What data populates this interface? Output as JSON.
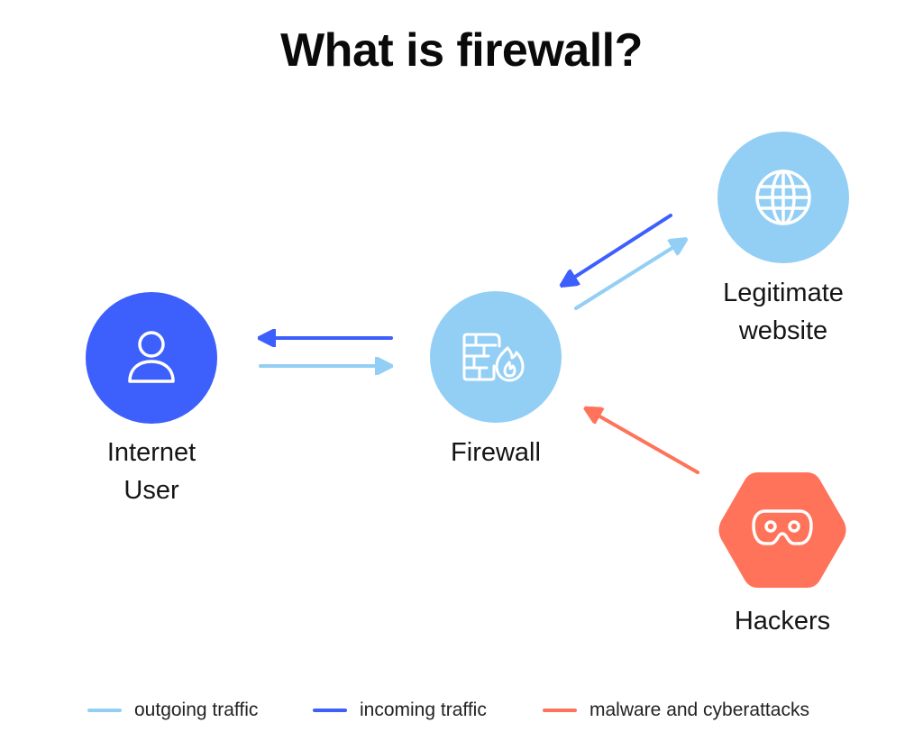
{
  "title": "What is firewall?",
  "colors": {
    "outgoing": "#93CFF5",
    "incoming": "#3D5FFB",
    "malware": "#FF735A",
    "user_fill": "#3D5FFB",
    "firewall_fill": "#93CFF5",
    "website_fill": "#93CFF5",
    "hackers_fill": "#FF735A"
  },
  "nodes": {
    "user": {
      "label_line1": "Internet",
      "label_line2": "User",
      "icon": "user-icon"
    },
    "firewall": {
      "label_line1": "Firewall",
      "icon": "firewall-flame-icon"
    },
    "website": {
      "label_line1": "Legitimate",
      "label_line2": "website",
      "icon": "globe-icon"
    },
    "hackers": {
      "label_line1": "Hackers",
      "icon": "hacker-mask-icon"
    }
  },
  "connections": [
    {
      "from": "firewall",
      "to": "user",
      "type": "incoming"
    },
    {
      "from": "user",
      "to": "firewall",
      "type": "outgoing"
    },
    {
      "from": "website",
      "to": "firewall",
      "type": "incoming"
    },
    {
      "from": "firewall",
      "to": "website",
      "type": "outgoing"
    },
    {
      "from": "hackers",
      "to": "firewall",
      "type": "malware"
    }
  ],
  "legend": [
    {
      "key": "outgoing",
      "label": "outgoing traffic"
    },
    {
      "key": "incoming",
      "label": "incoming traffic"
    },
    {
      "key": "malware",
      "label": "malware and cyberattacks"
    }
  ]
}
